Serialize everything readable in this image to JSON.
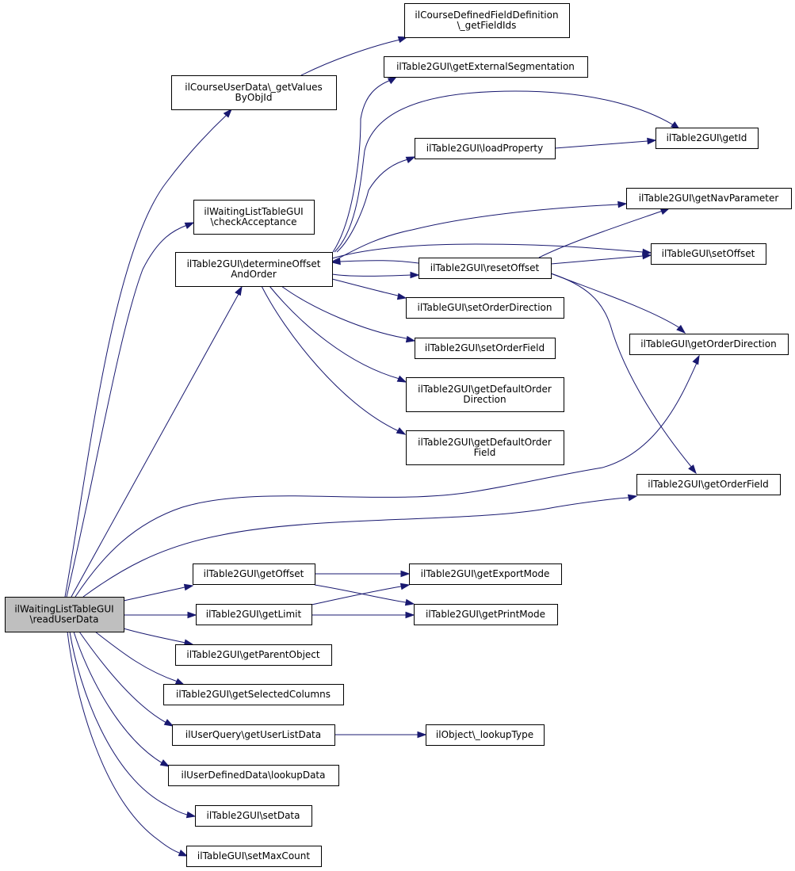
{
  "nodes": [
    {
      "id": "root",
      "lines": [
        "ilWaitingListTableGUI",
        "\\readUserData"
      ]
    },
    {
      "id": "course_user_data",
      "lines": [
        "ilCourseUserData\\_getValues",
        "ByObjId"
      ]
    },
    {
      "id": "cdf_get_field_ids",
      "lines": [
        "ilCourseDefinedFieldDefinition",
        "\\_getFieldIds"
      ]
    },
    {
      "id": "get_external_segmentation",
      "lines": [
        "ilTable2GUI\\getExternalSegmentation"
      ]
    },
    {
      "id": "load_property",
      "lines": [
        "ilTable2GUI\\loadProperty"
      ]
    },
    {
      "id": "get_id",
      "lines": [
        "ilTable2GUI\\getId"
      ]
    },
    {
      "id": "check_acceptance",
      "lines": [
        "ilWaitingListTableGUI",
        "\\checkAcceptance"
      ]
    },
    {
      "id": "get_nav_parameter",
      "lines": [
        "ilTable2GUI\\getNavParameter"
      ]
    },
    {
      "id": "determine_offset",
      "lines": [
        "ilTable2GUI\\determineOffset",
        "AndOrder"
      ]
    },
    {
      "id": "set_offset",
      "lines": [
        "ilTableGUI\\setOffset"
      ]
    },
    {
      "id": "reset_offset",
      "lines": [
        "ilTable2GUI\\resetOffset"
      ]
    },
    {
      "id": "set_order_direction",
      "lines": [
        "ilTableGUI\\setOrderDirection"
      ]
    },
    {
      "id": "get_order_direction",
      "lines": [
        "ilTableGUI\\getOrderDirection"
      ]
    },
    {
      "id": "set_order_field",
      "lines": [
        "ilTable2GUI\\setOrderField"
      ]
    },
    {
      "id": "get_default_order_direction",
      "lines": [
        "ilTable2GUI\\getDefaultOrder",
        "Direction"
      ]
    },
    {
      "id": "get_default_order_field",
      "lines": [
        "ilTable2GUI\\getDefaultOrder",
        "Field"
      ]
    },
    {
      "id": "get_order_field",
      "lines": [
        "ilTable2GUI\\getOrderField"
      ]
    },
    {
      "id": "get_offset",
      "lines": [
        "ilTable2GUI\\getOffset"
      ]
    },
    {
      "id": "get_export_mode",
      "lines": [
        "ilTable2GUI\\getExportMode"
      ]
    },
    {
      "id": "get_limit",
      "lines": [
        "ilTable2GUI\\getLimit"
      ]
    },
    {
      "id": "get_print_mode",
      "lines": [
        "ilTable2GUI\\getPrintMode"
      ]
    },
    {
      "id": "get_parent_object",
      "lines": [
        "ilTable2GUI\\getParentObject"
      ]
    },
    {
      "id": "get_selected_columns",
      "lines": [
        "ilTable2GUI\\getSelectedColumns"
      ]
    },
    {
      "id": "get_user_list_data",
      "lines": [
        "ilUserQuery\\getUserListData"
      ]
    },
    {
      "id": "lookup_type",
      "lines": [
        "ilObject\\_lookupType"
      ]
    },
    {
      "id": "lookup_data",
      "lines": [
        "ilUserDefinedData\\lookupData"
      ]
    },
    {
      "id": "set_data",
      "lines": [
        "ilTable2GUI\\setData"
      ]
    },
    {
      "id": "set_max_count",
      "lines": [
        "ilTableGUI\\setMaxCount"
      ]
    }
  ],
  "edges": [
    {
      "from": "root",
      "to": "course_user_data"
    },
    {
      "from": "course_user_data",
      "to": "cdf_get_field_ids"
    },
    {
      "from": "root",
      "to": "check_acceptance"
    },
    {
      "from": "root",
      "to": "determine_offset"
    },
    {
      "from": "determine_offset",
      "to": "get_external_segmentation"
    },
    {
      "from": "determine_offset",
      "to": "get_id"
    },
    {
      "from": "determine_offset",
      "to": "load_property"
    },
    {
      "from": "load_property",
      "to": "get_id"
    },
    {
      "from": "determine_offset",
      "to": "get_nav_parameter"
    },
    {
      "from": "determine_offset",
      "to": "set_offset"
    },
    {
      "from": "determine_offset",
      "to": "reset_offset"
    },
    {
      "from": "reset_offset",
      "to": "determine_offset"
    },
    {
      "from": "reset_offset",
      "to": "get_nav_parameter"
    },
    {
      "from": "reset_offset",
      "to": "set_offset"
    },
    {
      "from": "reset_offset",
      "to": "get_order_direction"
    },
    {
      "from": "reset_offset",
      "to": "get_order_field"
    },
    {
      "from": "determine_offset",
      "to": "set_order_direction"
    },
    {
      "from": "determine_offset",
      "to": "set_order_field"
    },
    {
      "from": "determine_offset",
      "to": "get_default_order_direction"
    },
    {
      "from": "determine_offset",
      "to": "get_default_order_field"
    },
    {
      "from": "root",
      "to": "get_order_direction"
    },
    {
      "from": "root",
      "to": "get_order_field"
    },
    {
      "from": "root",
      "to": "get_offset"
    },
    {
      "from": "get_offset",
      "to": "get_export_mode"
    },
    {
      "from": "get_offset",
      "to": "get_print_mode"
    },
    {
      "from": "root",
      "to": "get_limit"
    },
    {
      "from": "get_limit",
      "to": "get_export_mode"
    },
    {
      "from": "get_limit",
      "to": "get_print_mode"
    },
    {
      "from": "root",
      "to": "get_parent_object"
    },
    {
      "from": "root",
      "to": "get_selected_columns"
    },
    {
      "from": "root",
      "to": "get_user_list_data"
    },
    {
      "from": "get_user_list_data",
      "to": "lookup_type"
    },
    {
      "from": "root",
      "to": "lookup_data"
    },
    {
      "from": "root",
      "to": "set_data"
    },
    {
      "from": "root",
      "to": "set_max_count"
    }
  ]
}
